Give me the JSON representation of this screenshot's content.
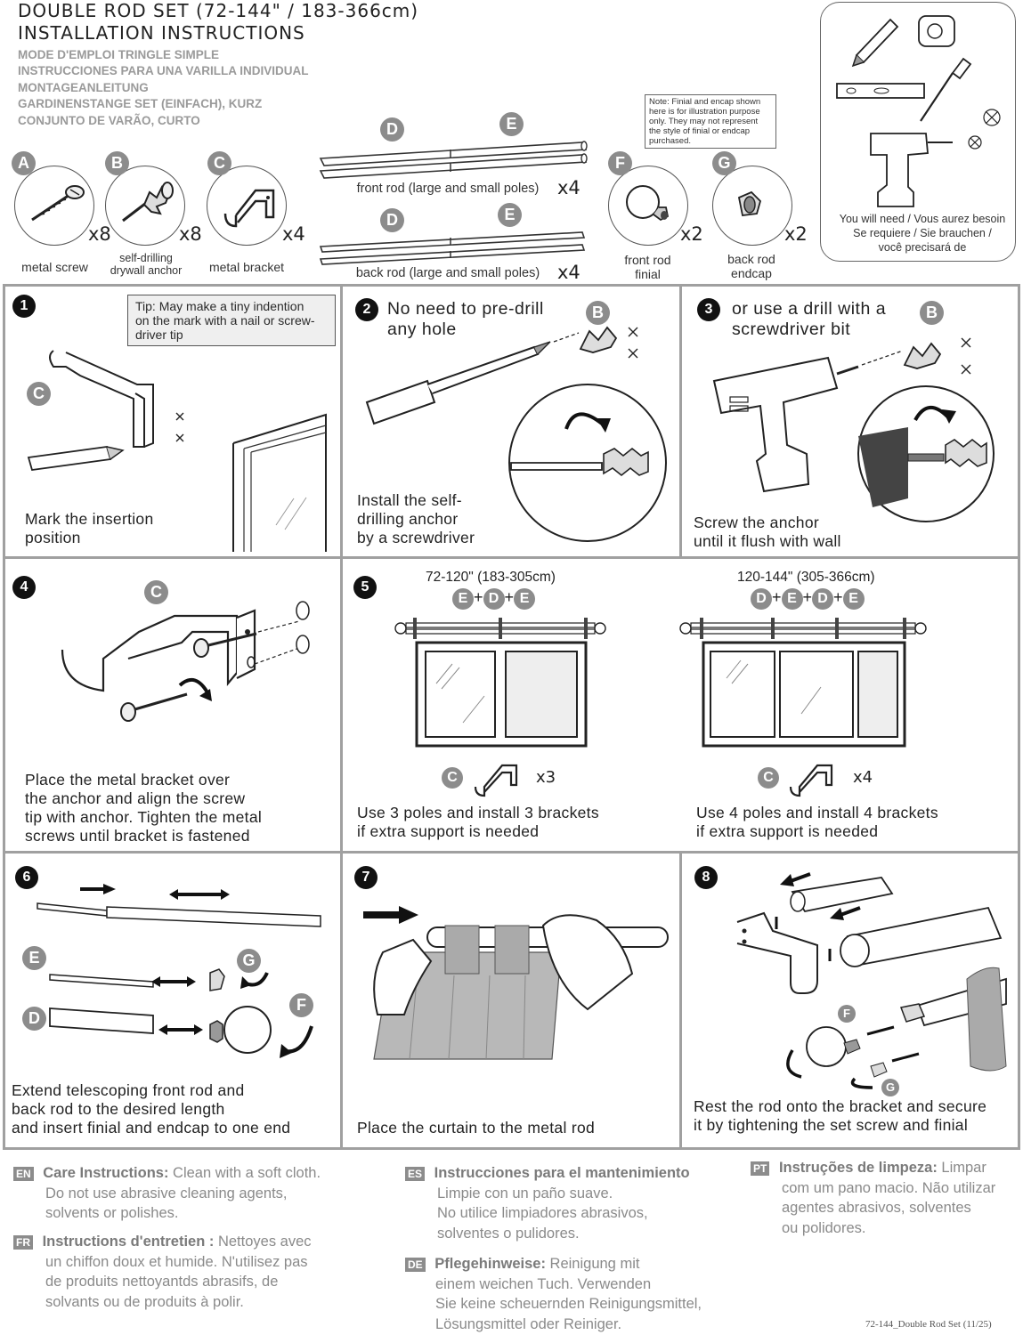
{
  "header": {
    "title_line1": "DOUBLE ROD SET (72-144\" / 183-366cm)",
    "title_line2": "INSTALLATION INSTRUCTIONS",
    "languages": [
      "MODE D'EMPLOI TRINGLE SIMPLE",
      "INSTRUCCIONES PARA UNA VARILLA INDIVIDUAL",
      "MONTAGEANLEITUNG",
      "GARDINENSTANGE SET (EINFACH), KURZ",
      "CONJUNTO DE VARÃO, CURTO"
    ]
  },
  "parts": {
    "A": {
      "letter": "A",
      "qty": "x8",
      "label": "metal screw"
    },
    "B": {
      "letter": "B",
      "qty": "x8",
      "label_line1": "self-drilling",
      "label_line2": "drywall anchor"
    },
    "C": {
      "letter": "C",
      "qty": "x4",
      "label": "metal bracket"
    },
    "front_rod": {
      "letter_d": "D",
      "letter_e": "E",
      "label": "front rod (large and small poles)",
      "qty": "x4"
    },
    "back_rod": {
      "letter_d": "D",
      "letter_e": "E",
      "label": "back rod (large and small poles)",
      "qty": "x4"
    },
    "F": {
      "letter": "F",
      "qty": "x2",
      "label_line1": "front rod",
      "label_line2": "finial"
    },
    "G": {
      "letter": "G",
      "qty": "x2",
      "label_line1": "back rod",
      "label_line2": "endcap"
    },
    "note": [
      "Note: Finial and encap shown",
      "here is for illustration purpose",
      "only. They may not represent",
      "the style of finial or endcap",
      "purchased."
    ]
  },
  "tools": {
    "line1": "You will need / Vous aurez besoin",
    "line2": "Se requiere / Sie brauchen /",
    "line3": "você precisará de"
  },
  "steps": {
    "s1": {
      "num": "1",
      "tip": [
        "Tip: May make a tiny indention",
        "on the mark with a nail or screw-",
        "driver tip"
      ],
      "part": "C",
      "text": [
        "Mark the insertion",
        "position"
      ]
    },
    "s2": {
      "num": "2",
      "head": [
        "No need to pre-drill",
        "any hole"
      ],
      "part": "B",
      "text": [
        "Install the self-",
        "drilling anchor",
        "by a screwdriver"
      ]
    },
    "s3": {
      "num": "3",
      "head": [
        "or use a drill with a",
        "screwdriver bit"
      ],
      "part": "B",
      "text": [
        "Screw the anchor",
        "until it flush with wall"
      ]
    },
    "s4": {
      "num": "4",
      "part": "C",
      "text": [
        "Place the metal bracket over",
        "the anchor and align the screw",
        "tip with anchor. Tighten the metal",
        "screws until bracket is fastened"
      ]
    },
    "s5": {
      "num": "5",
      "left": {
        "range": "72-120\" (183-305cm)",
        "combo": [
          "E",
          "D",
          "E"
        ],
        "part": "C",
        "qty": "x3",
        "text": [
          "Use 3 poles and install 3 brackets",
          "if extra support is needed"
        ]
      },
      "right": {
        "range": "120-144\" (305-366cm)",
        "combo": [
          "D",
          "E",
          "D",
          "E"
        ],
        "part": "C",
        "qty": "x4",
        "text": [
          "Use 4 poles and install 4 brackets",
          "if extra support is needed"
        ]
      }
    },
    "s6": {
      "num": "6",
      "parts": [
        "E",
        "G",
        "F",
        "D"
      ],
      "text": [
        "Extend telescoping front rod and",
        "back rod to the desired length",
        "and insert finial and endcap to one end"
      ]
    },
    "s7": {
      "num": "7",
      "text": [
        "Place the curtain to the metal rod"
      ]
    },
    "s8": {
      "num": "8",
      "parts": [
        "F",
        "G"
      ],
      "text": [
        "Rest the rod onto the bracket and secure",
        "it by tightening the set screw and finial"
      ]
    }
  },
  "care": {
    "EN": {
      "tag": "EN",
      "title": "Care Instructions:",
      "lines": [
        " Clean with a soft cloth.",
        "Do not use abrasive cleaning agents,",
        "solvents or polishes."
      ]
    },
    "FR": {
      "tag": "FR",
      "title": "Instructions d'entretien :",
      "lines": [
        " Nettoyes avec",
        "un chiffon doux et humide. N'utilisez pas",
        "de produits nettoyantds abrasifs, de",
        "solvants ou de produits à polir."
      ]
    },
    "ES": {
      "tag": "ES",
      "title": "Instrucciones para el mantenimiento",
      "lines": [
        "Limpie con un paño suave.",
        "No utilice limpiadores abrasivos,",
        "solventes o pulidores."
      ]
    },
    "DE": {
      "tag": "DE",
      "title": "Pflegehinweise:",
      "lines": [
        " Reinigung mit",
        "einem weichen Tuch. Verwenden",
        "Sie keine scheuernden Reinigungsmittel,",
        "Lösungsmittel oder Reiniger."
      ]
    },
    "PT": {
      "tag": "PT",
      "title": "Instruções de limpeza:",
      "lines": [
        " Limpar",
        "com um pano macio. Não utilizar",
        "agentes abrasivos, solventes",
        "ou polidores."
      ]
    }
  },
  "footer": {
    "code": "72-144_Double Rod Set (11/25)"
  }
}
